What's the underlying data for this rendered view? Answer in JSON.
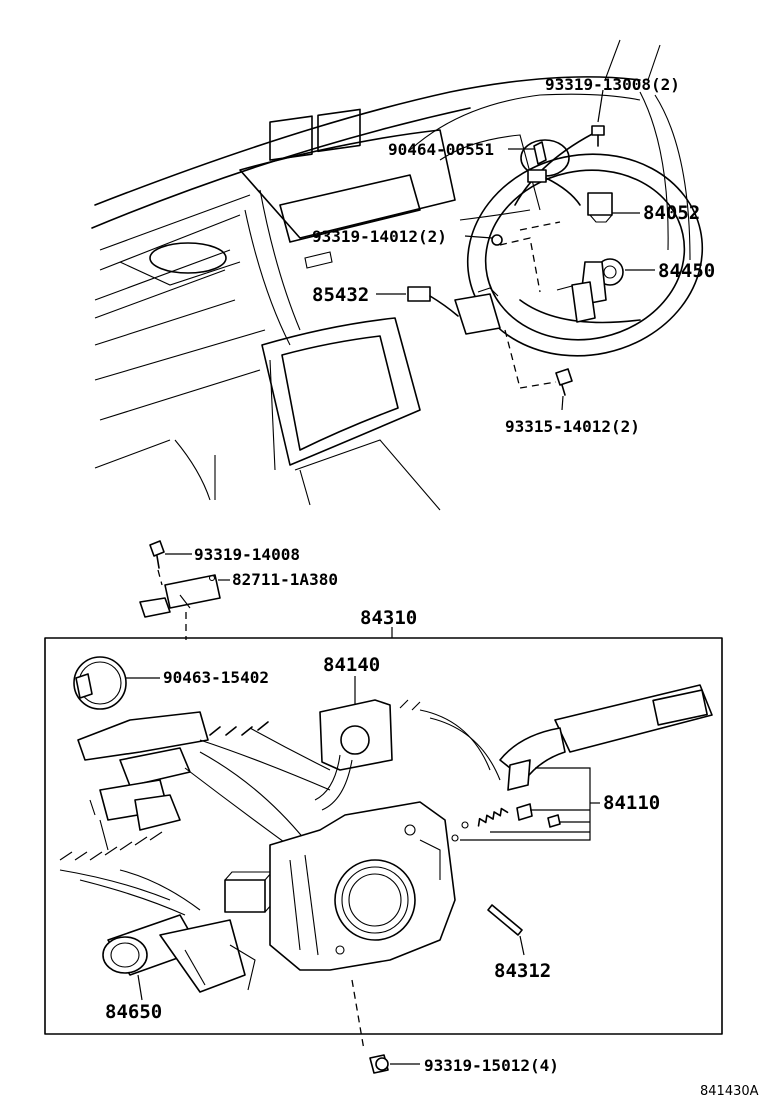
{
  "diagram_id": "841430A",
  "callouts": {
    "c1": "93319-13008(2)",
    "c2": "90464-00551",
    "c3": "84052",
    "c4": "93319-14012(2)",
    "c5": "84450",
    "c6": "85432",
    "c7": "93315-14012(2)",
    "c8": "93319-14008",
    "c9": "82711-1A380",
    "c10": "84310",
    "c11": "90463-15402",
    "c12": "84140",
    "c13": "84110",
    "c14": "84312",
    "c15": "84650",
    "c16": "93319-15012(4)"
  }
}
